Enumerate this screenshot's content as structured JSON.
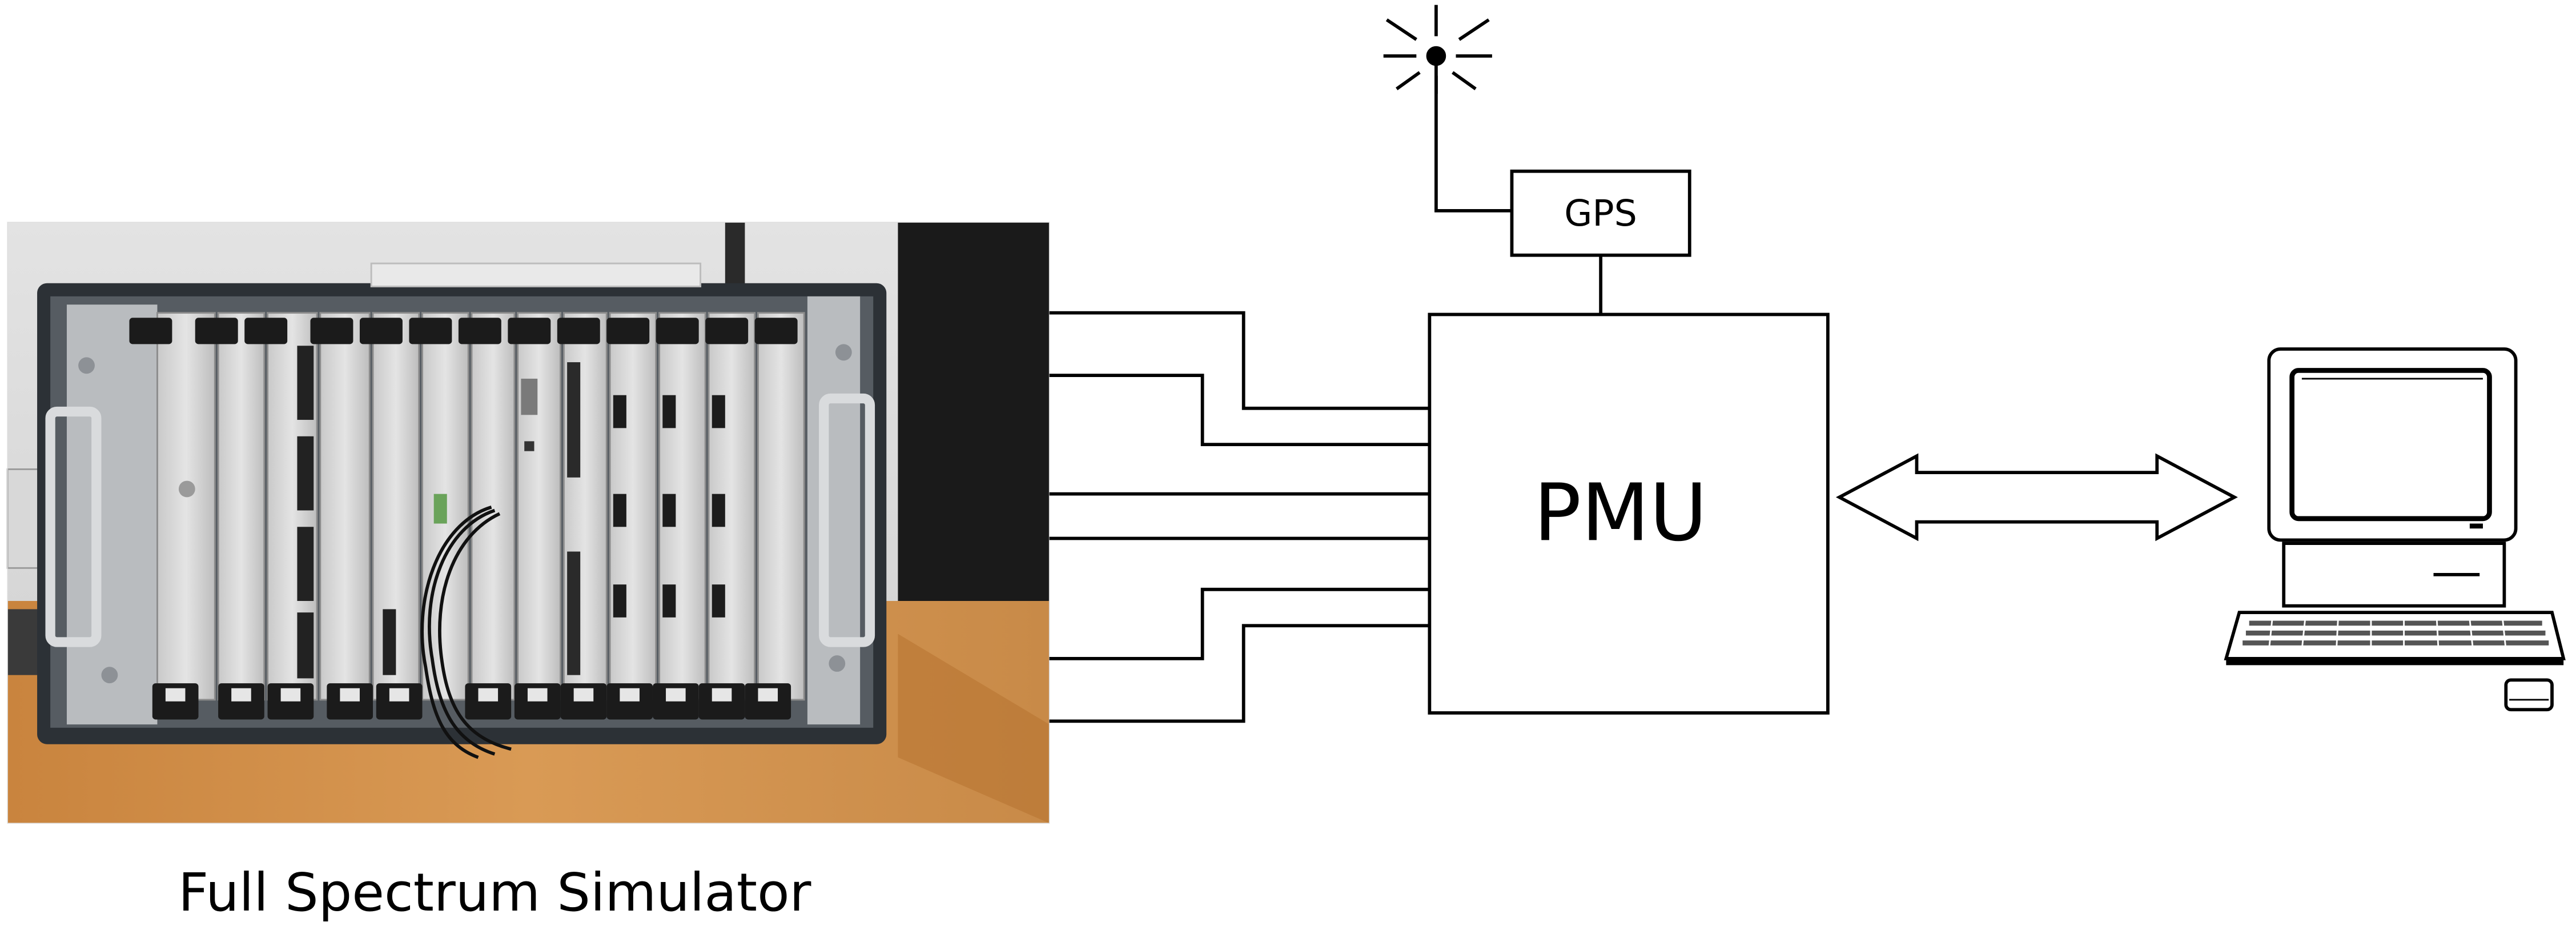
{
  "diagram": {
    "photo_caption": "Full Spectrum Simulator",
    "gps_label": "GPS",
    "pmu_label": "PMU"
  }
}
